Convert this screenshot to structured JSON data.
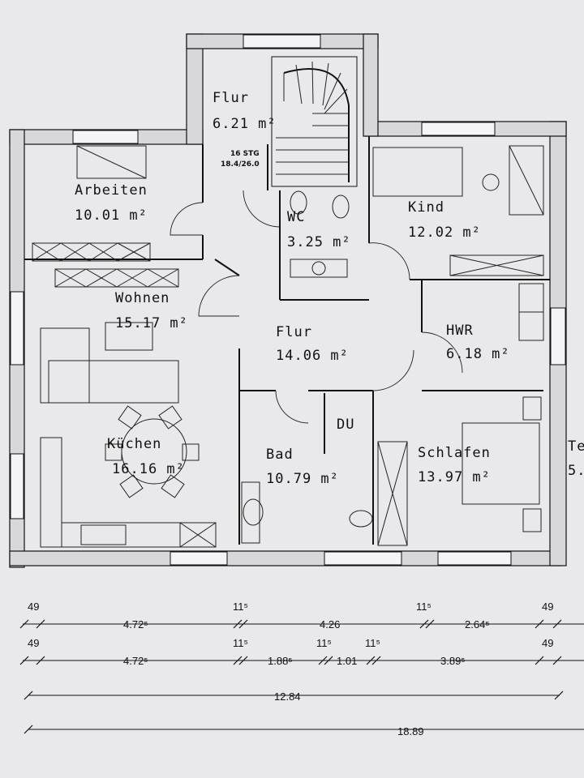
{
  "rooms": [
    {
      "name": "Flur",
      "area": "6.21 m²"
    },
    {
      "name": "Arbeiten",
      "area": "10.01 m²"
    },
    {
      "name": "WC",
      "area": "3.25 m²"
    },
    {
      "name": "Kind",
      "area": "12.02 m²"
    },
    {
      "name": "Wohnen",
      "area": "15.17 m²"
    },
    {
      "name": "Flur",
      "area": "14.06 m²"
    },
    {
      "name": "HWR",
      "area": "6.18 m²"
    },
    {
      "name": "Küchen",
      "area": "16.16 m²"
    },
    {
      "name": "Bad",
      "area": "10.79 m²"
    },
    {
      "name": "DU",
      "area": ""
    },
    {
      "name": "Schlafen",
      "area": "13.97 m²"
    },
    {
      "name": "Te",
      "area": "5."
    }
  ],
  "stairs": {
    "label": "16 STG",
    "ratio": "18.4/26.0"
  },
  "dimensions": {
    "row1": [
      "49",
      "4.72⁵",
      "11⁵",
      "4.26",
      "11⁵",
      "2.64⁵",
      "49"
    ],
    "row2": [
      "49",
      "4.72⁵",
      "11⁵",
      "1.88⁵",
      "11⁵",
      "1.01",
      "11⁵",
      "3.89⁵",
      "49"
    ],
    "row3": [
      "12.84"
    ],
    "row4": [
      "18.89"
    ]
  }
}
